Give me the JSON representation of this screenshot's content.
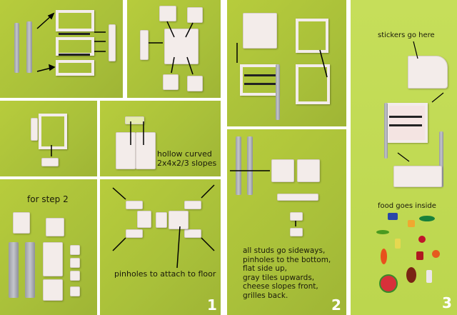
{
  "panels": {
    "step2_note": "for step 2",
    "slopes_note": "hollow curved\n2x4x2/3 slopes",
    "floor_note": "pinholes to attach to floor",
    "step1_number": "1",
    "orientation_note": [
      "all studs go sideways,",
      "pinholes to the bottom,",
      "flat side up,",
      "gray tiles upwards,",
      "cheese slopes front,",
      "grilles back."
    ],
    "step2_number": "2",
    "stickers_note": "stickers go here",
    "food_note": "food goes inside",
    "step3_number": "3"
  },
  "colors": {
    "background": "#b0c63c",
    "panel_light": "#c3dc55",
    "border": "#ffffff"
  }
}
